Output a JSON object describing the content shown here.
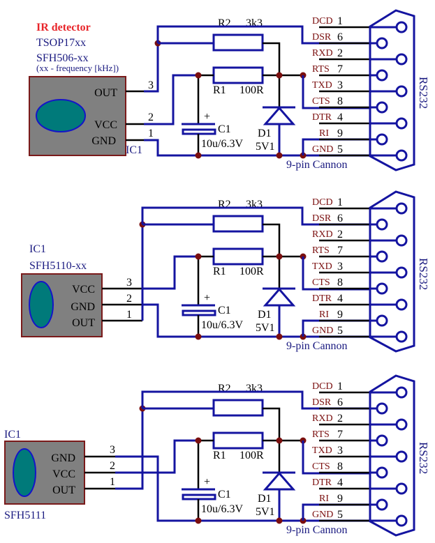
{
  "colors": {
    "wire": "#1414a0",
    "lead": "#000000",
    "junction": "#7a0e0e",
    "ic_body": "#808080",
    "ic_border": "#7a1a1a",
    "lens_fill": "#007a7a",
    "lens_border": "#1414c8",
    "title_red": "#e8262b",
    "pin_label": "#7a0e0e",
    "part_label": "#1a1a80"
  },
  "common": {
    "r2_label": "R2",
    "r2_value": "3k3",
    "r1_label": "R1",
    "r1_value": "100R",
    "c1_label": "C1",
    "c1_value": "10u/6.3V",
    "c1_plus": "+",
    "d1_label": "D1",
    "d1_value": "5V1",
    "connector_name": "9-pin Cannon",
    "connector_title": "RS232",
    "db9_pins": [
      {
        "name": "DCD",
        "num": "1"
      },
      {
        "name": "DSR",
        "num": "6"
      },
      {
        "name": "RXD",
        "num": "2"
      },
      {
        "name": "RTS",
        "num": "7"
      },
      {
        "name": "TXD",
        "num": "3"
      },
      {
        "name": "CTS",
        "num": "8"
      },
      {
        "name": "DTR",
        "num": "4"
      },
      {
        "name": "RI",
        "num": "9"
      },
      {
        "name": "GND",
        "num": "5"
      }
    ]
  },
  "circuits": [
    {
      "title": "IR detector",
      "lines": [
        "TSOP17xx",
        "SFH506-xx"
      ],
      "note": "(xx - frequency [kHz])",
      "ic_ref": "IC1",
      "pins": [
        {
          "name": "OUT",
          "num": "3"
        },
        {
          "name": "VCC",
          "num": "2"
        },
        {
          "name": "GND",
          "num": "1"
        }
      ]
    },
    {
      "ic_ref": "IC1",
      "lines": [
        "SFH5110-xx"
      ],
      "pins": [
        {
          "name": "VCC",
          "num": "3"
        },
        {
          "name": "GND",
          "num": "2"
        },
        {
          "name": "OUT",
          "num": "1"
        }
      ]
    },
    {
      "ic_ref": "IC1",
      "part": "SFH5111",
      "pins": [
        {
          "name": "GND",
          "num": "3"
        },
        {
          "name": "VCC",
          "num": "2"
        },
        {
          "name": "OUT",
          "num": "1"
        }
      ]
    }
  ]
}
